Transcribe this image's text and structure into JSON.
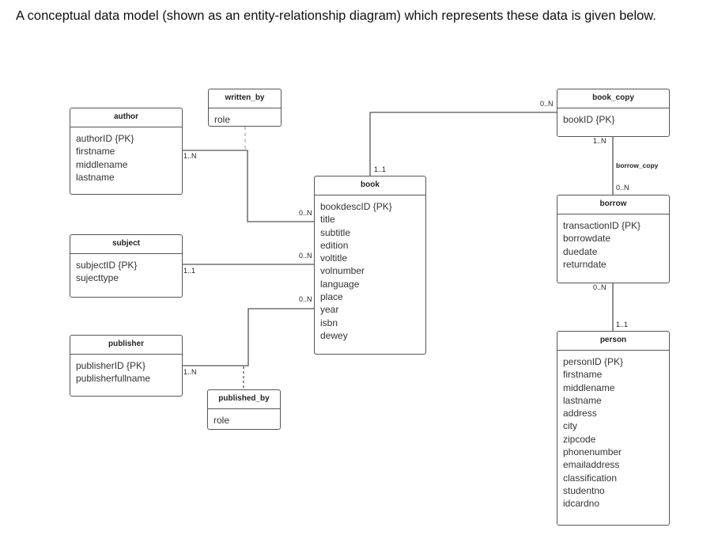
{
  "intro_text": "A conceptual data model (shown as an entity-relationship diagram) which represents these data is given below.",
  "entities": {
    "author": {
      "title": "author",
      "attributes": [
        "authorID {PK}",
        "firstname",
        "middlename",
        "lastname"
      ]
    },
    "written_by": {
      "title": "written_by",
      "attributes": [
        "role"
      ]
    },
    "subject": {
      "title": "subject",
      "attributes": [
        "subjectID {PK}",
        "sujecttype"
      ]
    },
    "publisher": {
      "title": "publisher",
      "attributes": [
        "publisherID {PK}",
        "publisherfullname"
      ]
    },
    "published_by": {
      "title": "published_by",
      "attributes": [
        "role"
      ]
    },
    "book": {
      "title": "book",
      "attributes": [
        "bookdescID {PK}",
        "title",
        "subtitle",
        "edition",
        "voltitle",
        "volnumber",
        "language",
        "place",
        "year",
        "isbn",
        "dewey"
      ]
    },
    "book_copy": {
      "title": "book_copy",
      "attributes": [
        "bookID {PK}"
      ]
    },
    "borrow": {
      "title": "borrow",
      "attributes": [
        "transactionID {PK}",
        "borrowdate",
        "duedate",
        "returndate"
      ]
    },
    "person": {
      "title": "person",
      "attributes": [
        "personID {PK}",
        "firstname",
        "middlename",
        "lastname",
        "address",
        "city",
        "zipcode",
        "phonenumber",
        "emailaddress",
        "classification",
        "studentno",
        "idcardno"
      ]
    }
  },
  "labels": {
    "author_card": "1..N",
    "book_author_card": "0..N",
    "subject_card": "1..1",
    "book_subject_card": "0..N",
    "publisher_card": "1..N",
    "book_publisher_card": "0..N",
    "book_copy_book_card": "1..1",
    "book_copy_card": "0..N",
    "book_copy_borrow_card": "1..N",
    "borrow_copy_rel": "borrow_copy",
    "borrow_copy_card": "0..N",
    "borrow_person_card": "0..N",
    "person_card": "1..1"
  }
}
